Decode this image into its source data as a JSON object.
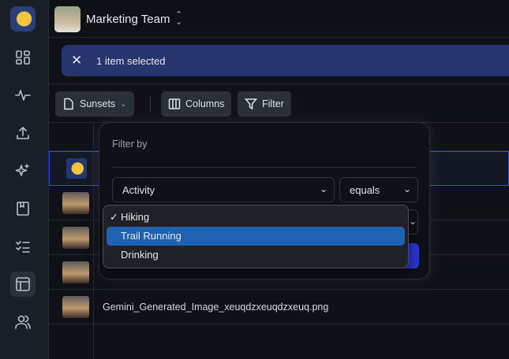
{
  "header": {
    "team_name": "Marketing Team"
  },
  "banner": {
    "text": "1 item selected"
  },
  "toolbar": {
    "view_label": "Sunsets",
    "columns_label": "Columns",
    "filter_label": "Filter"
  },
  "sidebar": {
    "items": [
      "dashboard",
      "activity",
      "upload",
      "ai",
      "library",
      "tasks",
      "tables",
      "users"
    ],
    "active": "tables"
  },
  "rows": [
    {
      "name": ""
    },
    {
      "name": ""
    },
    {
      "name": ""
    },
    {
      "name": ""
    },
    {
      "name": "Gemini_Generated_Image_xeuqdzxeuqdzxeuq.png"
    }
  ],
  "filter": {
    "title": "Filter by",
    "field": "Activity",
    "operator": "equals",
    "options": [
      {
        "label": "Hiking",
        "checked": true
      },
      {
        "label": "Trail Running",
        "highlighted": true
      },
      {
        "label": "Drinking"
      }
    ]
  },
  "colors": {
    "accent": "#2a37d8",
    "banner": "#27346e",
    "highlight": "#1f62b2"
  }
}
